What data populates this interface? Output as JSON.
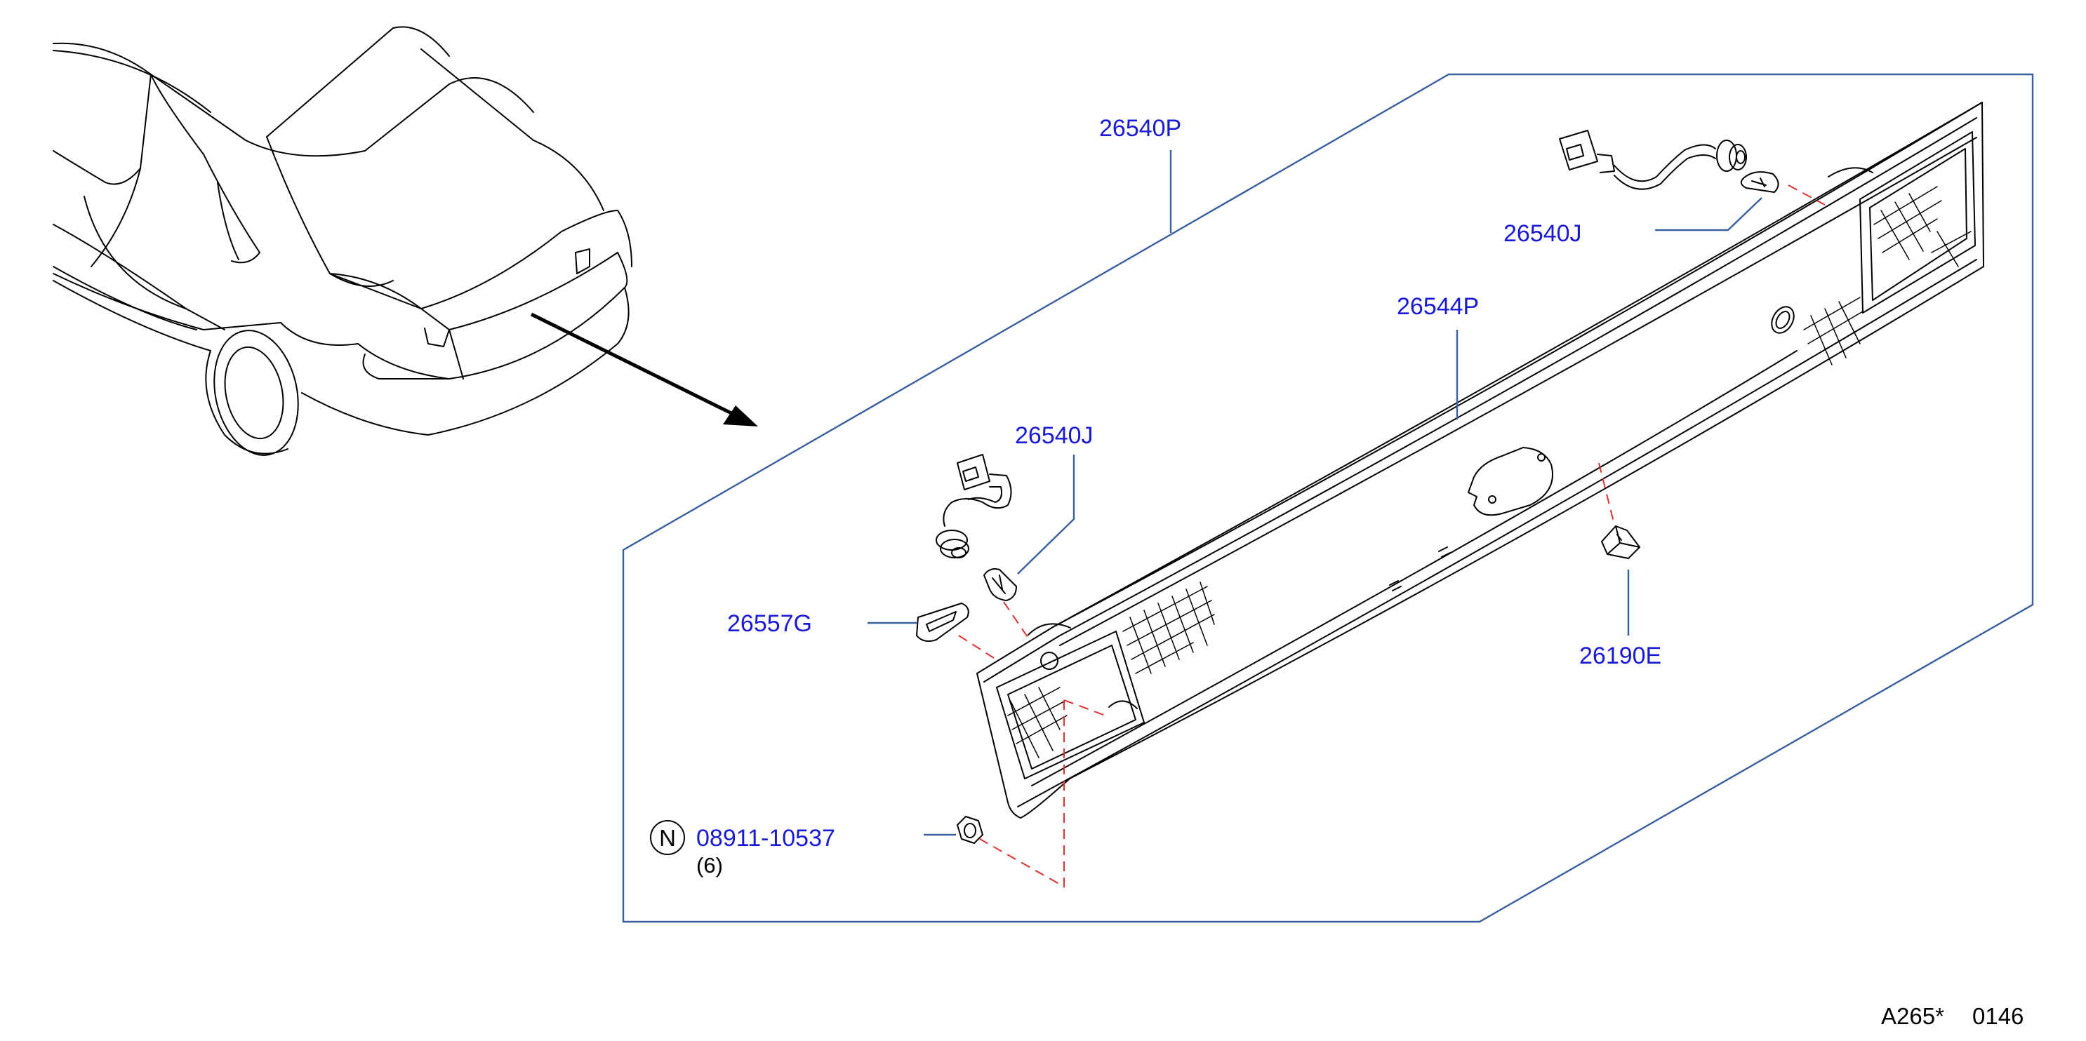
{
  "colors": {
    "part_number": "#1a1ad6",
    "leader": "#3a5f9f",
    "dashed": "#e03030",
    "ink": "#000000"
  },
  "labels": {
    "p26540P": "26540P",
    "p26540J_top": "26540J",
    "p26544P": "26544P",
    "p26540J_left": "26540J",
    "p26557G": "26557G",
    "p26190E": "26190E",
    "p08911": "08911-10537",
    "p08911_qty": "(6)",
    "p08911_symbol": "N"
  },
  "footer": {
    "code": "A265*",
    "sheet": "0146"
  },
  "icons": {
    "car": "car-rear-view-icon",
    "arrow": "pointer-arrow-icon",
    "finisher": "rear-finisher-panel-icon",
    "socket": "lamp-socket-harness-icon",
    "bulb": "bulb-icon",
    "grommet": "grommet-icon",
    "clip": "clip-icon",
    "nut": "nut-icon"
  }
}
